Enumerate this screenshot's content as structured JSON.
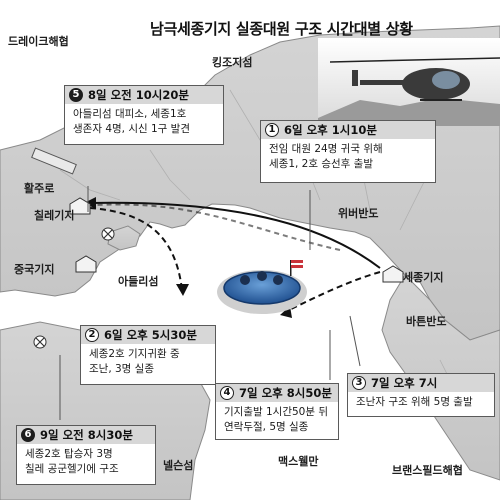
{
  "title": "남극세종기지 실종대원 구조 시간대별 상황",
  "places": {
    "drake": "드레이크해협",
    "king_george": "킹조지섬",
    "frei": "칠레기지",
    "airstrip": "활주로",
    "china": "중국기지",
    "ardley": "아들리섬",
    "weaver": "위버반도",
    "sejong": "세종기지",
    "barton": "바튼반도",
    "nelson": "넬슨섬",
    "maxwell": "맥스웰만",
    "bransfield": "브랜스필드해협"
  },
  "events": [
    {
      "num": "1",
      "time": "6일 오후 1시10분",
      "lines": [
        "전임 대원 24명 귀국 위해",
        "세종1, 2호 승선후 출발"
      ]
    },
    {
      "num": "2",
      "time": "6일 오후 5시30분",
      "lines": [
        "세종2호 기지귀환 중",
        "조난, 3명 실종"
      ]
    },
    {
      "num": "3",
      "time": "7일 오후 7시",
      "lines": [
        "조난자 구조 위해 5명 출발"
      ]
    },
    {
      "num": "4",
      "time": "7일 오후 8시50분",
      "lines": [
        "기지출발 1시간50분 뒤",
        "연락두절, 5명 실종"
      ]
    },
    {
      "num": "5",
      "time": "8일 오전 10시20분",
      "lines": [
        "아들리섬 대피소, 세종1호",
        "생존자 4명, 시신 1구 발견"
      ]
    },
    {
      "num": "6",
      "time": "9일 오전 8시30분",
      "lines": [
        "세종2호 탑승자 3명",
        "칠레 공군헬기에 구조"
      ]
    }
  ]
}
